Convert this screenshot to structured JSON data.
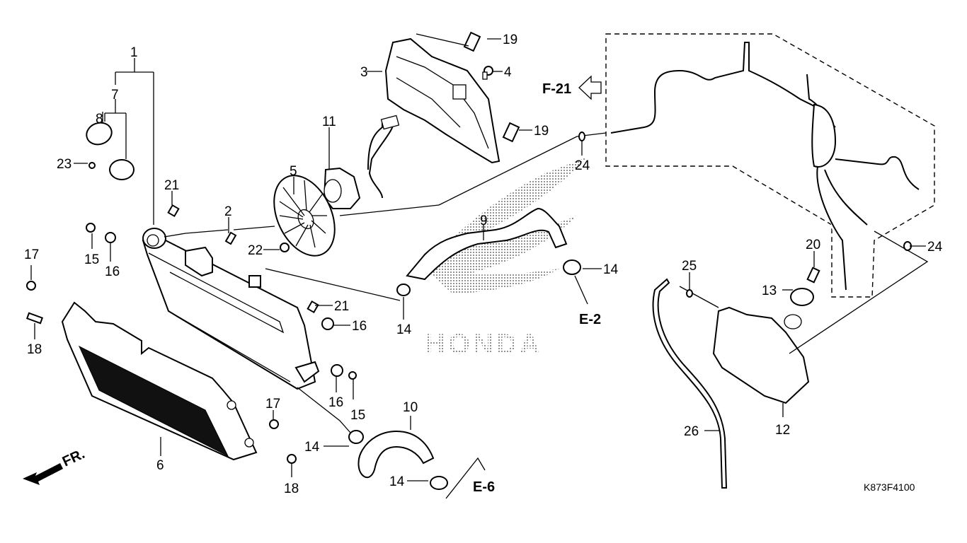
{
  "diagram": {
    "title_code": "K873F4100",
    "watermark": "HONDA",
    "front_indicator": "FR.",
    "references": {
      "f21": "F-21",
      "e2": "E-2",
      "e6": "E-6"
    },
    "callouts": {
      "p1": "1",
      "p2": "2",
      "p3": "3",
      "p4": "4",
      "p5": "5",
      "p6": "6",
      "p7": "7",
      "p8": "8",
      "p9": "9",
      "p10": "10",
      "p11": "11",
      "p12": "12",
      "p13": "13",
      "p14a": "14",
      "p14b": "14",
      "p14c": "14",
      "p14d": "14",
      "p15a": "15",
      "p15b": "15",
      "p16a": "16",
      "p16b": "16",
      "p16c": "16",
      "p17a": "17",
      "p17b": "17",
      "p18a": "18",
      "p18b": "18",
      "p19a": "19",
      "p19b": "19",
      "p20": "20",
      "p21a": "21",
      "p21b": "21",
      "p22": "22",
      "p23": "23",
      "p24a": "24",
      "p24b": "24",
      "p25": "25",
      "p26": "26"
    }
  }
}
